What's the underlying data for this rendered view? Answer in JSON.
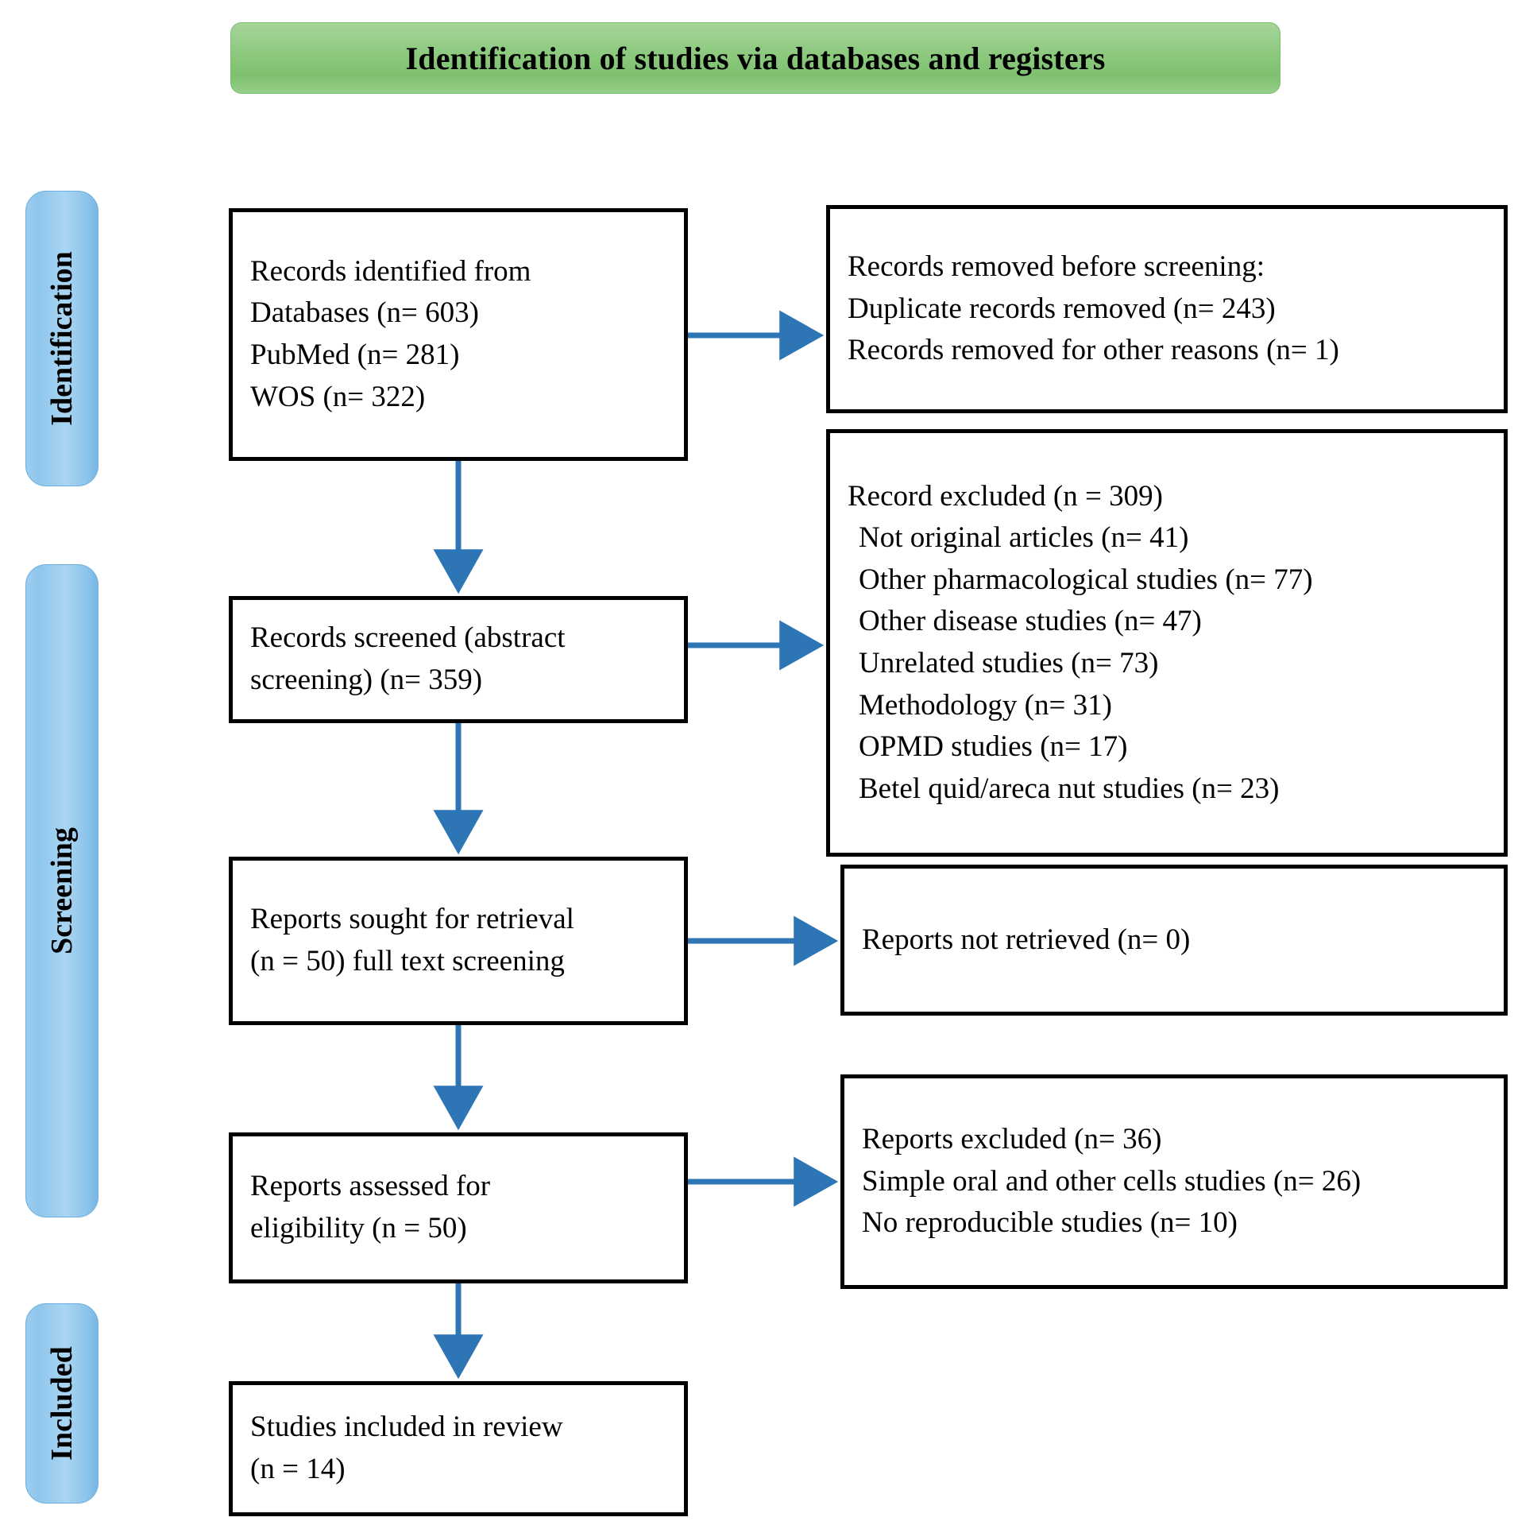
{
  "colors": {
    "banner_green": "#8cc97e",
    "rail_blue": "#9ccdef",
    "arrow_blue": "#2e75b6",
    "box_border": "#000000",
    "text": "#000000"
  },
  "header": {
    "title": "Identification of studies via databases and registers"
  },
  "rails": [
    {
      "id": "identification",
      "label": "Identification"
    },
    {
      "id": "screening",
      "label": "Screening"
    },
    {
      "id": "included",
      "label": "Included"
    }
  ],
  "boxes": {
    "identified": {
      "name": "records-identified",
      "lines": [
        "Records identified from",
        "Databases (n= 603)",
        "PubMed (n= 281)",
        "WOS (n= 322)"
      ]
    },
    "removed": {
      "name": "records-removed-before-screening",
      "lines": [
        "Records removed before screening:",
        "Duplicate records removed (n= 243)",
        "Records removed for other reasons (n= 1)"
      ]
    },
    "screened": {
      "name": "records-screened",
      "lines": [
        "Records screened (abstract",
        "screening) (n= 359)"
      ]
    },
    "excluded": {
      "name": "records-excluded",
      "lines": [
        "Record excluded (n = 309)",
        "Not original articles (n= 41)",
        "Other pharmacological studies (n= 77)",
        "Other disease studies (n= 47)",
        "Unrelated studies (n= 73)",
        "Methodology (n= 31)",
        "OPMD studies (n= 17)",
        "Betel quid/areca nut studies (n= 23)"
      ]
    },
    "sought": {
      "name": "reports-sought-for-retrieval",
      "lines": [
        "Reports sought for retrieval",
        "(n = 50) full text screening"
      ]
    },
    "not_retrieved": {
      "name": "reports-not-retrieved",
      "lines": [
        "Reports not retrieved (n= 0)"
      ]
    },
    "assessed": {
      "name": "reports-assessed-for-eligibility",
      "lines": [
        "Reports assessed for",
        "eligibility (n = 50)"
      ]
    },
    "reports_excluded": {
      "name": "reports-excluded",
      "lines": [
        "Reports excluded (n= 36)",
        "Simple oral and other cells studies (n= 26)",
        "No reproducible studies (n= 10)"
      ]
    },
    "included": {
      "name": "studies-included-in-review",
      "lines": [
        "Studies included in review",
        "(n = 14)"
      ]
    }
  },
  "chart_data": {
    "type": "diagram",
    "title": "PRISMA flow diagram - Identification of studies via databases and registers",
    "stages": [
      "Identification",
      "Screening",
      "Included"
    ],
    "nodes": [
      {
        "id": "identified",
        "stage": "Identification",
        "label": "Records identified from",
        "counts": {
          "Databases": 603,
          "PubMed": 281,
          "WOS": 322
        }
      },
      {
        "id": "removed",
        "stage": "Identification",
        "label": "Records removed before screening",
        "counts": {
          "Duplicate records removed": 243,
          "Records removed for other reasons": 1
        }
      },
      {
        "id": "screened",
        "stage": "Screening",
        "label": "Records screened (abstract screening)",
        "counts": {
          "n": 359
        }
      },
      {
        "id": "excluded",
        "stage": "Screening",
        "label": "Record excluded",
        "counts": {
          "total": 309,
          "Not original articles": 41,
          "Other pharmacological studies": 77,
          "Other disease studies": 47,
          "Unrelated studies": 73,
          "Methodology": 31,
          "OPMD studies": 17,
          "Betel quid/areca nut studies": 23
        }
      },
      {
        "id": "sought",
        "stage": "Screening",
        "label": "Reports sought for retrieval, full text screening",
        "counts": {
          "n": 50
        }
      },
      {
        "id": "not_retrieved",
        "stage": "Screening",
        "label": "Reports not retrieved",
        "counts": {
          "n": 0
        }
      },
      {
        "id": "assessed",
        "stage": "Screening",
        "label": "Reports assessed for eligibility",
        "counts": {
          "n": 50
        }
      },
      {
        "id": "reports_excluded",
        "stage": "Screening",
        "label": "Reports excluded",
        "counts": {
          "total": 36,
          "Simple oral and other cells studies": 26,
          "No reproducible studies": 10
        }
      },
      {
        "id": "included",
        "stage": "Included",
        "label": "Studies included in review",
        "counts": {
          "n": 14
        }
      }
    ],
    "edges": [
      {
        "from": "identified",
        "to": "removed",
        "direction": "right"
      },
      {
        "from": "identified",
        "to": "screened",
        "direction": "down"
      },
      {
        "from": "screened",
        "to": "excluded",
        "direction": "right"
      },
      {
        "from": "screened",
        "to": "sought",
        "direction": "down"
      },
      {
        "from": "sought",
        "to": "not_retrieved",
        "direction": "right"
      },
      {
        "from": "sought",
        "to": "assessed",
        "direction": "down"
      },
      {
        "from": "assessed",
        "to": "reports_excluded",
        "direction": "right"
      },
      {
        "from": "assessed",
        "to": "included",
        "direction": "down"
      }
    ]
  }
}
